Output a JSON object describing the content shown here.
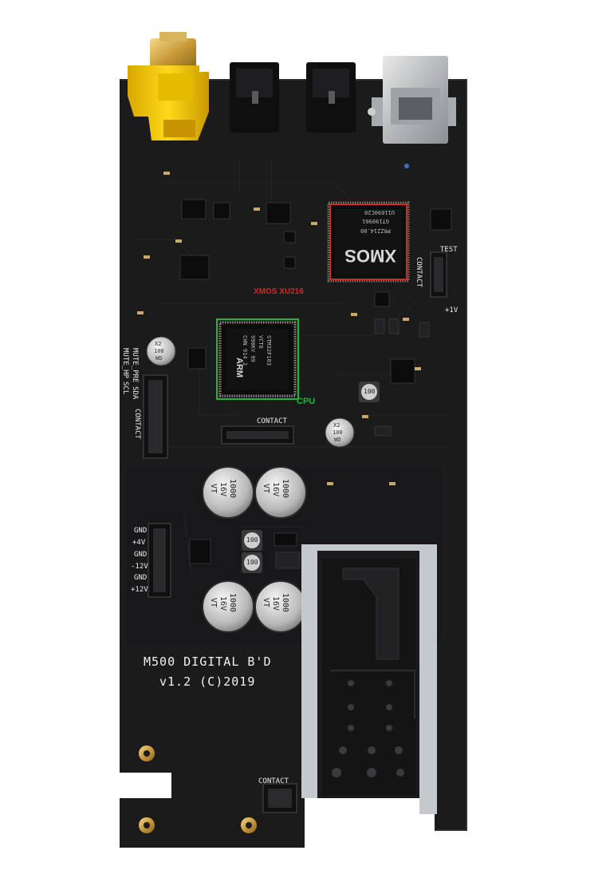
{
  "board": {
    "model_label": "M500 DIGITAL B'D",
    "version_label": "v1.2 (C)2019"
  },
  "chips": {
    "xmos": {
      "brand": "XMOS",
      "markings": [
        "U11690C20",
        "GT190901",
        "PRZ214.00"
      ],
      "annotation": "XMOS XU216"
    },
    "cpu": {
      "brand": "ARM",
      "markings": [
        "STM32F103",
        "VCT6",
        "990KV 99",
        "CHN 914 2"
      ],
      "annotation": "CPU"
    }
  },
  "connectors": {
    "contact_labels": [
      "CONTACT",
      "CONTACT",
      "CONTACT",
      "CONTACT"
    ],
    "test_label": "TEST",
    "plus1v_label": "+1V",
    "control_pins": [
      "MUTE_HP",
      "SCL",
      "MUTE_PRE",
      "SDA"
    ],
    "power_pins": [
      "GND",
      "+4V",
      "GND",
      "-12V",
      "GND",
      "+12V"
    ]
  },
  "capacitors": {
    "large": [
      "1000",
      "16V",
      "VT"
    ],
    "small": [
      "X2",
      "100",
      "WD"
    ],
    "inductor": "100"
  },
  "colors": {
    "pcb": "#1b1b1c",
    "rca": "#f2cc00",
    "annotation_red": "#d32626",
    "annotation_green": "#25b43a",
    "heatsink": "#bfc3c7"
  }
}
